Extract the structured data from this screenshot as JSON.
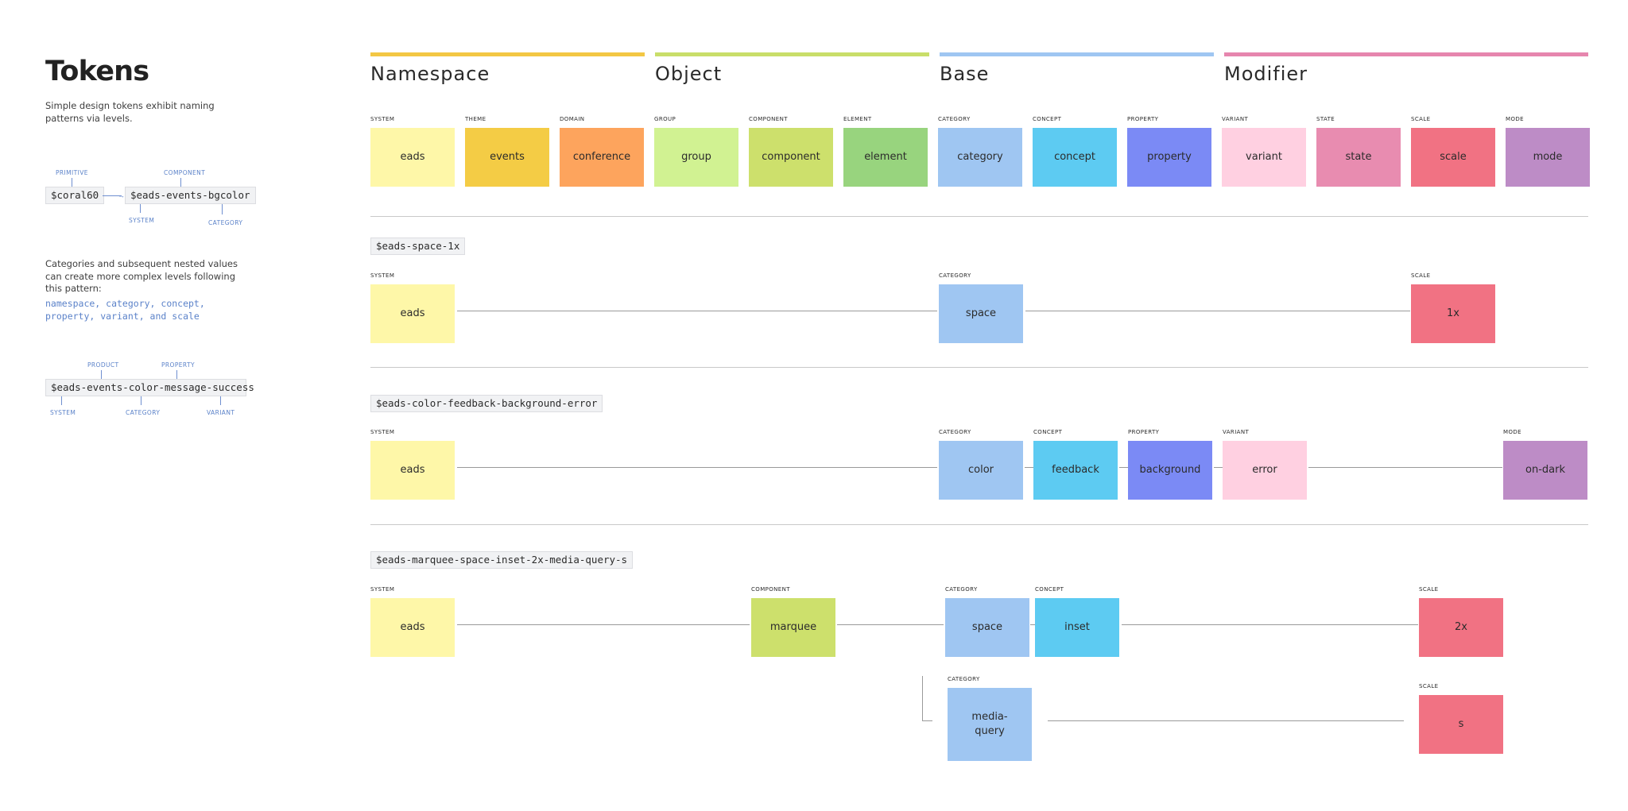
{
  "left": {
    "title": "Tokens",
    "intro_lines": [
      "Simple design tokens exhibit naming",
      "patterns via levels."
    ],
    "example1": {
      "primitive_token": "$coral60",
      "component_token": "$eads-events-bgcolor",
      "label_primitive": "PRIMITIVE",
      "label_component": "COMPONENT",
      "label_system": "SYSTEM",
      "label_category": "CATEGORY",
      "arrow": "→"
    },
    "body_lines": [
      "Categories and subsequent nested values",
      "can create more complex levels following",
      "this pattern:"
    ],
    "pattern_lines": [
      "namespace, category, concept,",
      "property, variant, and scale"
    ],
    "example2": {
      "token": "$eads-events-color-message-success",
      "label_product": "PRODUCT",
      "label_property": "PROPERTY",
      "label_system": "SYSTEM",
      "label_category": "CATEGORY",
      "label_variant": "VARIANT"
    }
  },
  "groups": [
    {
      "name": "Namespace",
      "color": "#f3c744"
    },
    {
      "name": "Object",
      "color": "#c9de6a"
    },
    {
      "name": "Base",
      "color": "#9fc6f2"
    },
    {
      "name": "Modifier",
      "color": "#e686ae"
    }
  ],
  "levels": [
    {
      "label": "SYSTEM",
      "value": "eads",
      "color": "#fef7a8"
    },
    {
      "label": "THEME",
      "value": "events",
      "color": "#f4cc45"
    },
    {
      "label": "DOMAIN",
      "value": "conference",
      "color": "#fda45d"
    },
    {
      "label": "GROUP",
      "value": "group",
      "color": "#d1f292"
    },
    {
      "label": "COMPONENT",
      "value": "component",
      "color": "#cde06c"
    },
    {
      "label": "ELEMENT",
      "value": "element",
      "color": "#98d47e"
    },
    {
      "label": "CATEGORY",
      "value": "category",
      "color": "#9fc6f2"
    },
    {
      "label": "CONCEPT",
      "value": "concept",
      "color": "#5dcbf2"
    },
    {
      "label": "PROPERTY",
      "value": "property",
      "color": "#7b8af5"
    },
    {
      "label": "VARIANT",
      "value": "variant",
      "color": "#ffd0e1"
    },
    {
      "label": "STATE",
      "value": "state",
      "color": "#e88cb0"
    },
    {
      "label": "SCALE",
      "value": "scale",
      "color": "#f17283"
    },
    {
      "label": "MODE",
      "value": "mode",
      "color": "#bd8cc6"
    }
  ],
  "examples": [
    {
      "token": "$eads-space-1x",
      "parts": [
        {
          "label": "SYSTEM",
          "value": "eads"
        },
        {
          "label": "CATEGORY",
          "value": "space"
        },
        {
          "label": "SCALE",
          "value": "1x"
        }
      ]
    },
    {
      "token": "$eads-color-feedback-background-error",
      "parts": [
        {
          "label": "SYSTEM",
          "value": "eads"
        },
        {
          "label": "CATEGORY",
          "value": "color"
        },
        {
          "label": "CONCEPT",
          "value": "feedback"
        },
        {
          "label": "PROPERTY",
          "value": "background"
        },
        {
          "label": "VARIANT",
          "value": "error"
        },
        {
          "label": "MODE",
          "value": "on-dark"
        }
      ]
    },
    {
      "token": "$eads-marquee-space-inset-2x-media-query-s",
      "parts": [
        {
          "label": "SYSTEM",
          "value": "eads"
        },
        {
          "label": "COMPONENT",
          "value": "marquee"
        },
        {
          "label": "CATEGORY",
          "value": "space"
        },
        {
          "label": "CONCEPT",
          "value": "inset"
        },
        {
          "label": "SCALE",
          "value": "2x"
        },
        {
          "label": "CATEGORY",
          "value": "media-\nquery"
        },
        {
          "label": "SCALE",
          "value": "s"
        }
      ]
    }
  ]
}
